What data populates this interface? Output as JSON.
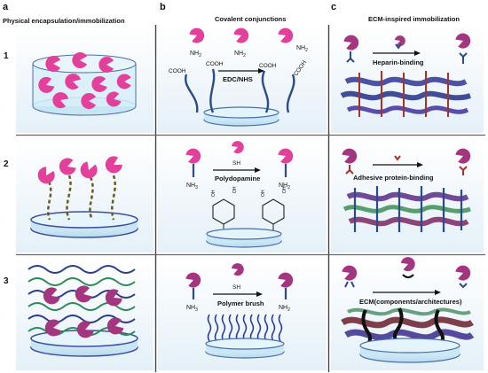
{
  "panels": {
    "a": {
      "letter": "a",
      "title": "Physical encapsulation/immobilization"
    },
    "b": {
      "letter": "b",
      "title": "Covalent conjunctions"
    },
    "c": {
      "letter": "c",
      "title": "ECM-inspired immobilization"
    }
  },
  "rows": [
    "1",
    "2",
    "3"
  ],
  "labels": {
    "cooh": "COOH",
    "nh2": "NH",
    "nh3": "NH",
    "sub2": "2",
    "sub3": "3",
    "sh": "SH",
    "oh": "OH",
    "edc_nhs": "EDC/NHS",
    "polydopamine": "Polydopamine",
    "polymer_brush": "Polymer brush",
    "heparin": "Heparin-binding",
    "adhesive": "Adhesive protein-binding",
    "ecm": "ECM(components/architectures)"
  },
  "colors": {
    "protein": "#e2409a",
    "protein_dark": "#9c2a78",
    "disc_fill": "#d2ecf7",
    "disc_edge": "#4a6fa8",
    "linker": "#2c4b8a",
    "heparin": "#a8322a",
    "linker_green": "#2e8b57",
    "dash_linker": "#6b5a1c",
    "cell_bg": "#f3f8fc"
  }
}
